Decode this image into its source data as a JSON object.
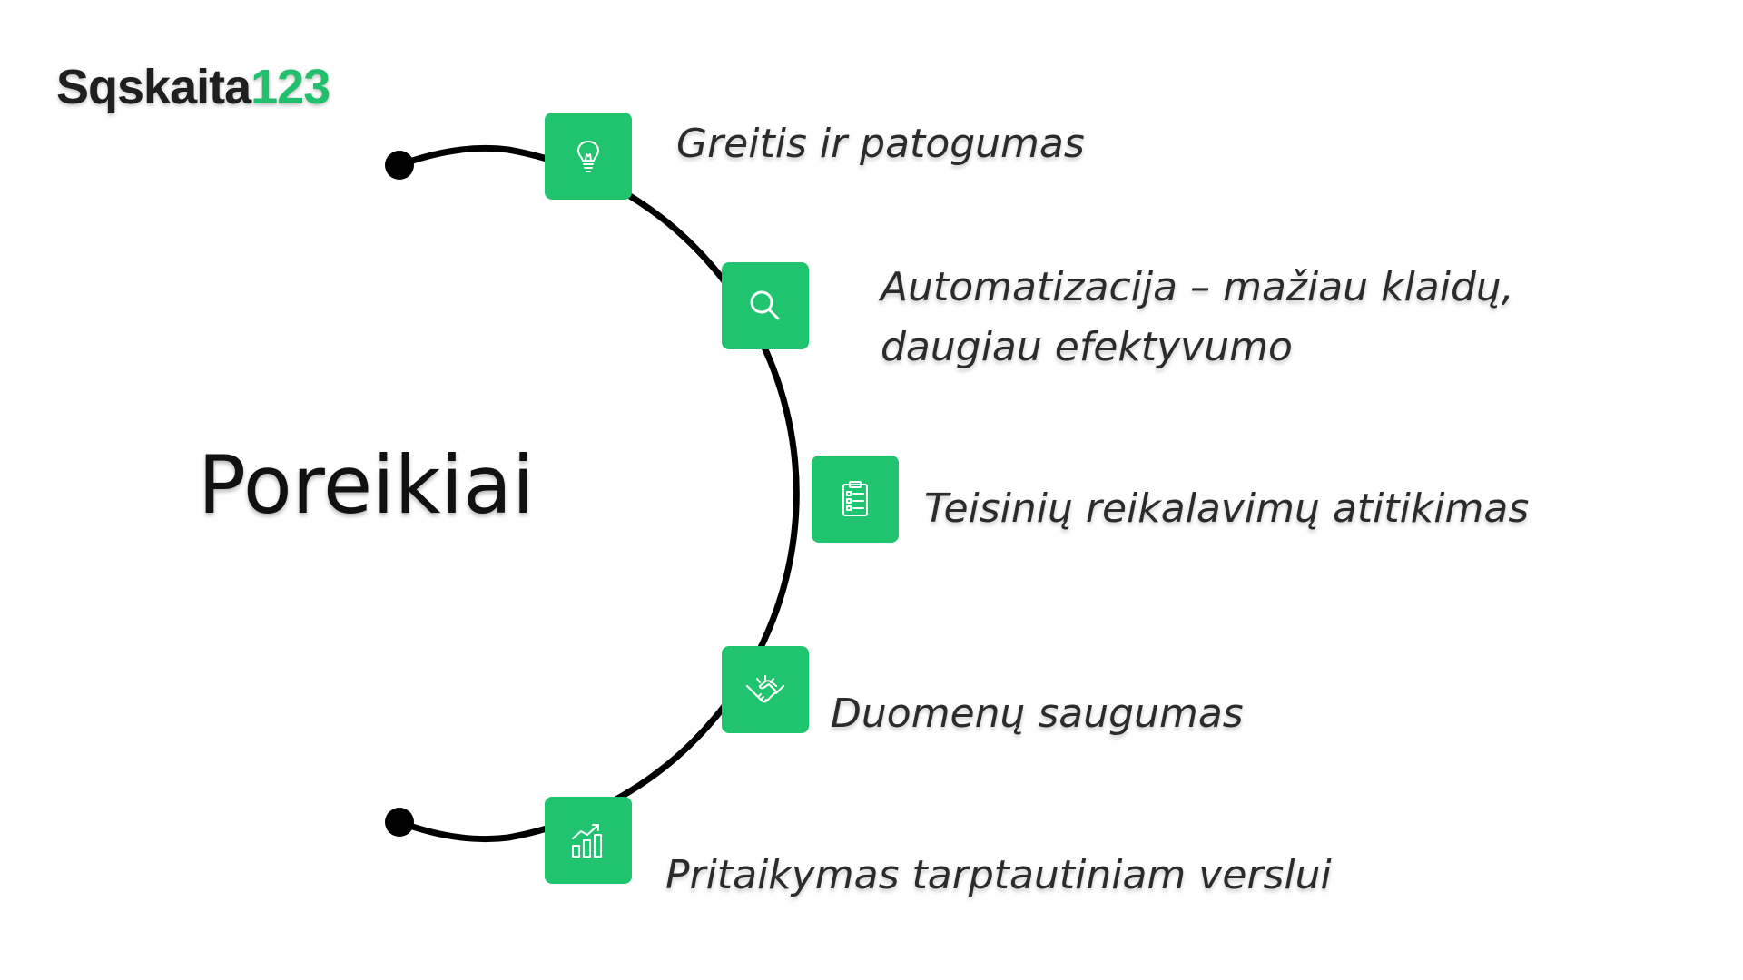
{
  "logo": {
    "word": "Sqskaita",
    "number": "123"
  },
  "title": "Poreikiai",
  "colors": {
    "accent": "#21c46e",
    "arc": "#000000",
    "text": "#2b2b2b"
  },
  "items": [
    {
      "icon": "lightbulb-icon",
      "lines": [
        "Greitis ir patogumas"
      ]
    },
    {
      "icon": "search-icon",
      "lines": [
        "Automatizacija – mažiau klaidų,",
        "daugiau efektyvumo"
      ]
    },
    {
      "icon": "clipboard-list-icon",
      "lines": [
        "Teisinių reikalavimų atitikimas"
      ]
    },
    {
      "icon": "handshake-icon",
      "lines": [
        "Duomenų saugumas"
      ]
    },
    {
      "icon": "bar-chart-growth-icon",
      "lines": [
        "Pritaikymas tarptautiniam verslui"
      ]
    }
  ]
}
